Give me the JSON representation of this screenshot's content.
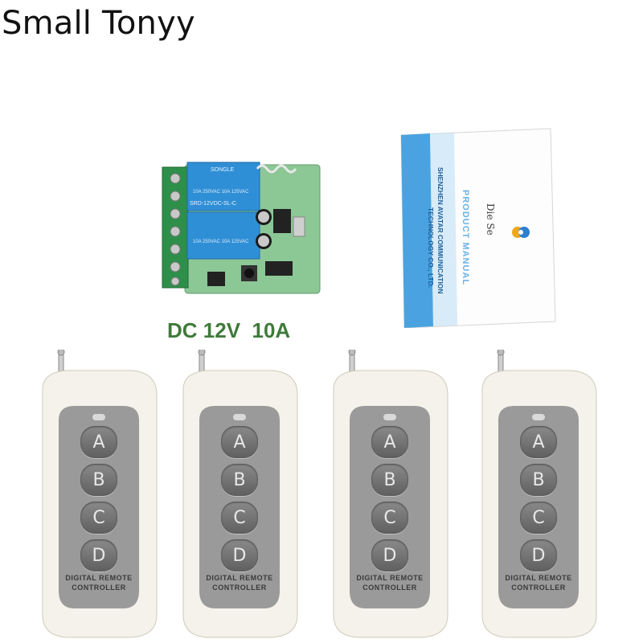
{
  "brand": "Small Tonyy",
  "spec_label": "DC 12V  10A",
  "manual": {
    "title": "PRODUCT MANUAL",
    "company_line1": "SHENZHEN AVATAR COMMUNICATION",
    "company_line2": "TECHNOLOGY CO., LTD.",
    "logo_text": "Die Se"
  },
  "board": {
    "relay_brand": "SONGLE",
    "relay_model": "SRD-12VDC-SL-C"
  },
  "remotes": [
    {
      "buttons": [
        "A",
        "B",
        "C",
        "D"
      ],
      "label_line1": "DIGITAL REMOTE",
      "label_line2": "CONTROLLER"
    },
    {
      "buttons": [
        "A",
        "B",
        "C",
        "D"
      ],
      "label_line1": "DIGITAL REMOTE",
      "label_line2": "CONTROLLER"
    },
    {
      "buttons": [
        "A",
        "B",
        "C",
        "D"
      ],
      "label_line1": "DIGITAL REMOTE",
      "label_line2": "CONTROLLER"
    },
    {
      "buttons": [
        "A",
        "B",
        "C",
        "D"
      ],
      "label_line1": "DIGITAL REMOTE",
      "label_line2": "CONTROLLER"
    }
  ],
  "colors": {
    "spec_green": "#3f7a3a",
    "pcb_green": "#7fbf86",
    "relay_blue": "#2f8fd6",
    "manual_blue": "#4aa3e0",
    "remote_body": "#f4f2ea",
    "remote_panel": "#9a9a9a"
  }
}
